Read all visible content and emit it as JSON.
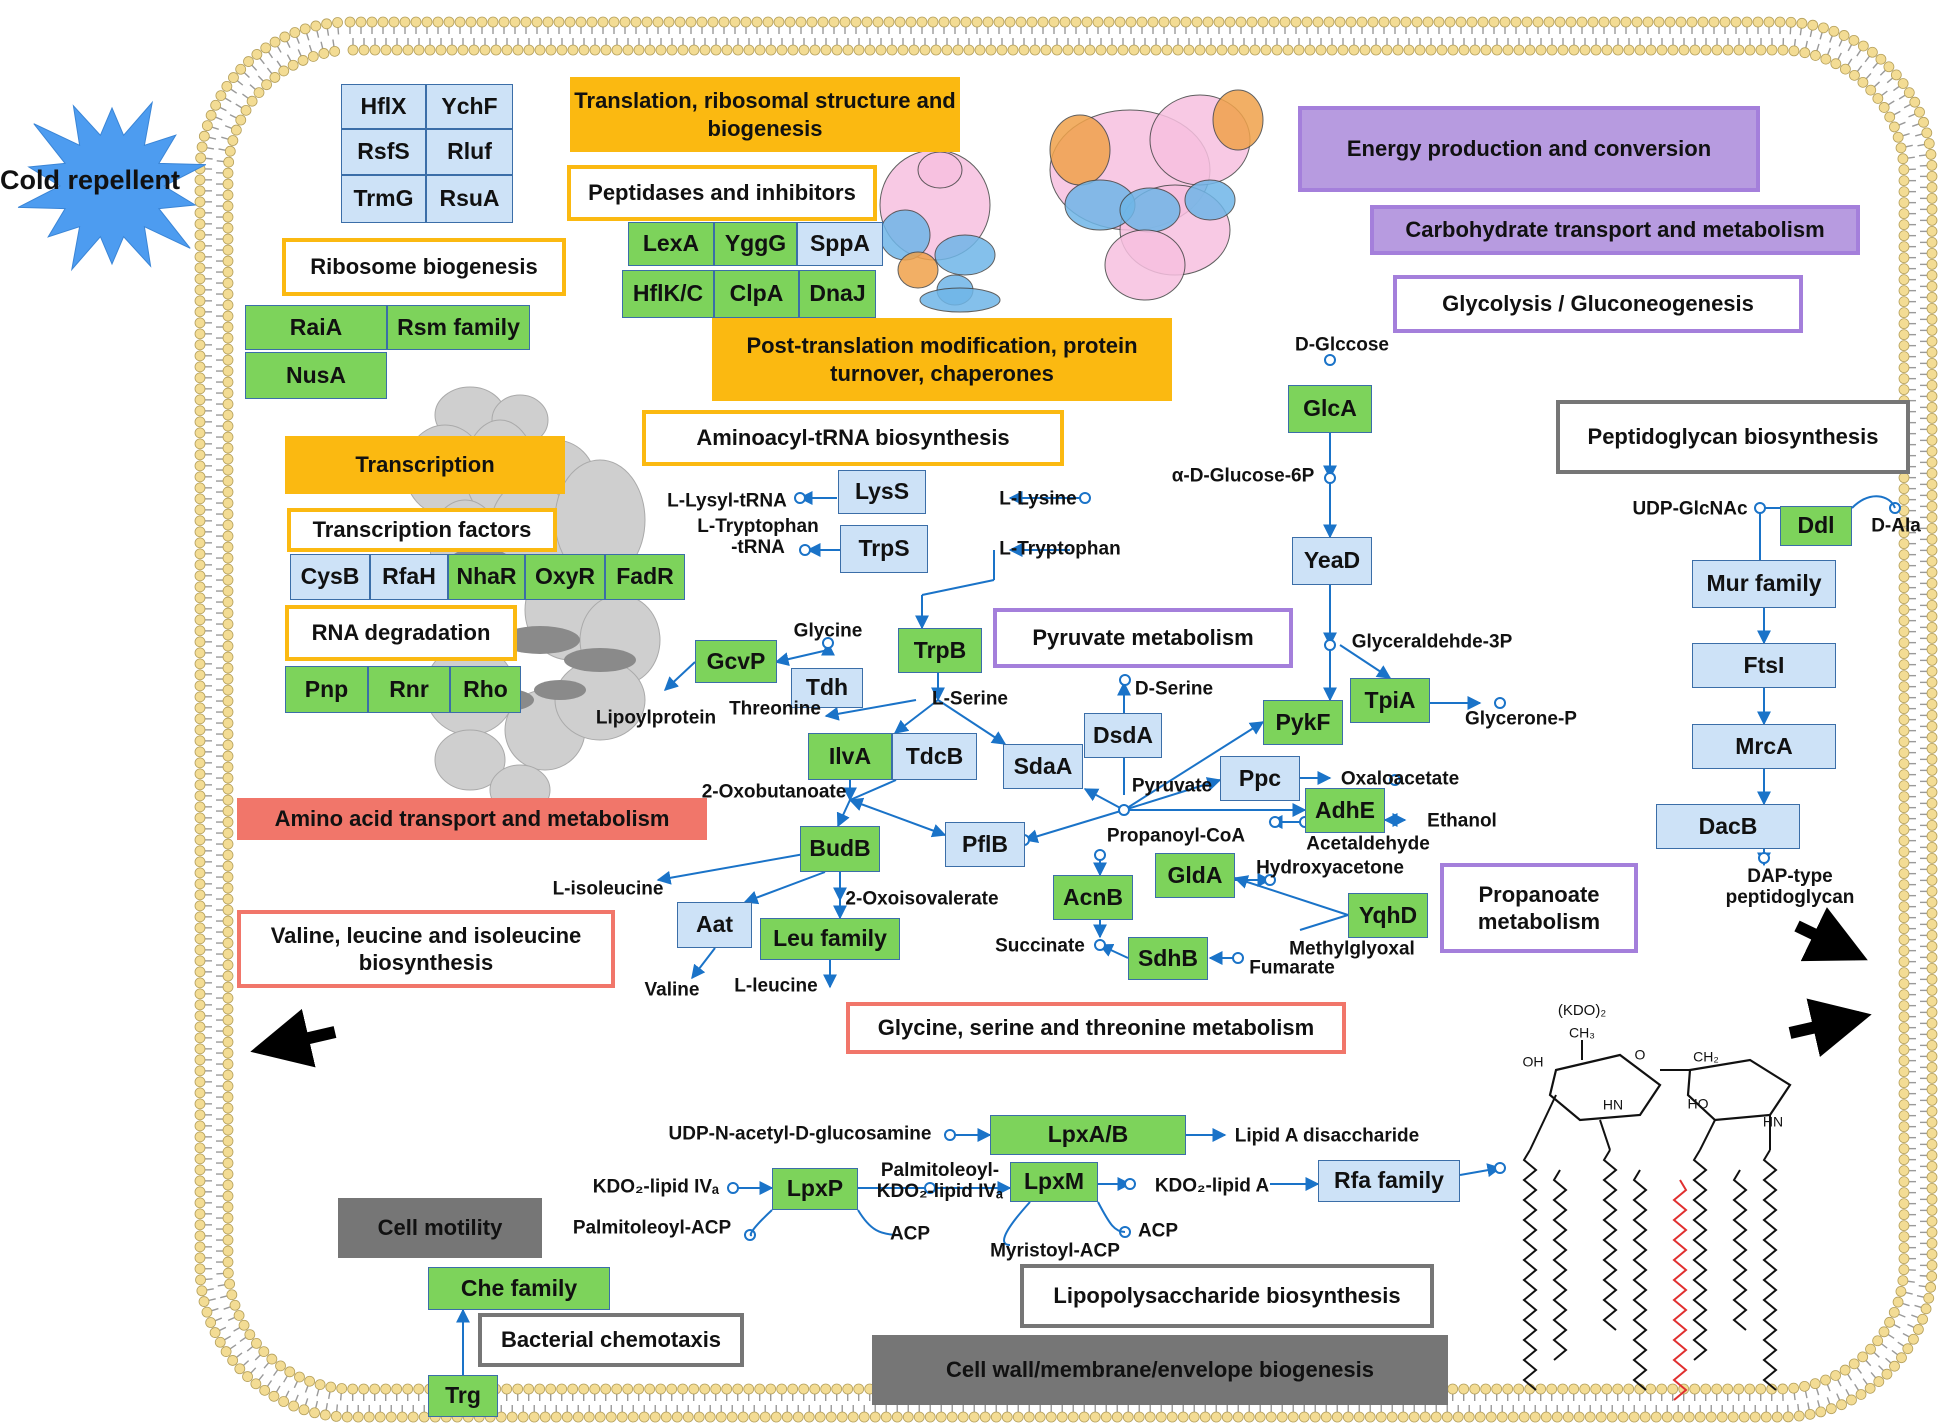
{
  "callout": "Cold repellent",
  "categories": {
    "translation": "Translation, ribosomal structure and biogenesis",
    "peptidases": "Peptidases and inhibitors",
    "post_translation": "Post-translation modification, protein turnover, chaperones",
    "aminoacyl": "Aminoacyl-tRNA biosynthesis",
    "ribosome_biogenesis": "Ribosome biogenesis",
    "transcription": "Transcription",
    "transcription_factors": "Transcription factors",
    "rna_degradation": "RNA degradation",
    "amino_acid": "Amino acid transport and metabolism",
    "valine": "Valine, leucine and isoleucine biosynthesis",
    "glycine": "Glycine, serine and threonine metabolism",
    "pyruvate": "Pyruvate metabolism",
    "energy": "Energy production and conversion",
    "carbohydrate": "Carbohydrate transport and metabolism",
    "glycolysis": "Glycolysis / Gluconeogenesis",
    "propanoate": "Propanoate metabolism",
    "peptidoglycan": "Peptidoglycan biosynthesis",
    "cell_motility": "Cell motility",
    "chemotaxis": "Bacterial chemotaxis",
    "lps": "Lipopolysaccharide biosynthesis",
    "cell_wall": "Cell wall/membrane/envelope biogenesis"
  },
  "proteins": {
    "hflx": "HflX",
    "ychf": "YchF",
    "rsfs": "RsfS",
    "rluf": "Rluf",
    "trmg": "TrmG",
    "rsua": "RsuA",
    "raia": "RaiA",
    "rsm": "Rsm family",
    "nusa": "NusA",
    "lexa": "LexA",
    "yggg": "YggG",
    "sppa": "SppA",
    "hflkc": "HflK/C",
    "clpa": "ClpA",
    "dnaj": "DnaJ",
    "cysb": "CysB",
    "rfah": "RfaH",
    "nhar": "NhaR",
    "oxyr": "OxyR",
    "fadr": "FadR",
    "pnp": "Pnp",
    "rnr": "Rnr",
    "rho": "Rho",
    "lyss": "LysS",
    "trps": "TrpS",
    "trpb": "TrpB",
    "gcvp": "GcvP",
    "tdh": "Tdh",
    "ilva": "IlvA",
    "tdcb": "TdcB",
    "sdaa": "SdaA",
    "dsda": "DsdA",
    "ppc": "Ppc",
    "pykf": "PykF",
    "tpia": "TpiA",
    "adhe": "AdhE",
    "pflb": "PflB",
    "buDB": "BudB",
    "aat": "Aat",
    "leu": "Leu family",
    "acnb": "AcnB",
    "glda": "GldA",
    "yqhd": "YqhD",
    "sdhb": "SdhB",
    "glca": "GlcA",
    "yead": "YeaD",
    "ddl": "Ddl",
    "mur": "Mur family",
    "ftsi": "FtsI",
    "mrca": "MrcA",
    "dacb": "DacB",
    "lpxab": "LpxA/B",
    "lpxp": "LpxP",
    "lpxm": "LpxM",
    "rfa": "Rfa family",
    "che": "Che family",
    "trg": "Trg"
  },
  "metabolites": {
    "llysyl": "L-Lysyl-tRNA",
    "llysine": "L-Lysine",
    "ltrp_trna": "L-Tryptophan\n-tRNA",
    "ltrp": "L-Tryptophan",
    "glycine": "Glycine",
    "lipoyl": "Lipoylprotein",
    "threonine": "Threonine",
    "lserine": "L-Serine",
    "oxobut": "2-Oxobutanoate",
    "dserine": "D-Serine",
    "pyruvate": "Pyruvate",
    "oxaloacetate": "Oxaloacetate",
    "propanoyl": "Propanoyl-CoA",
    "acetaldehyde": "Acetaldehyde",
    "ethanol": "Ethanol",
    "hydroxyacetone": "Hydroxyacetone",
    "methylglyoxal": "Methylglyoxal",
    "succinate": "Succinate",
    "fumarate": "Fumarate",
    "lisoleucine": "L-isoleucine",
    "oxoisoval": "2-Oxoisovalerate",
    "valine": "Valine",
    "lleucine": "L-leucine",
    "dglucose": "D-Glccose",
    "glucose6p": "α-D-Glucose-6P",
    "g3p": "Glyceraldehde-3P",
    "glycerone": "Glycerone-P",
    "udpglcnac": "UDP-GlcNAc",
    "dala": "D-Ala",
    "dap": "DAP-type\npeptidoglycan",
    "udpnag": "UDP-N-acetyl-D-glucosamine",
    "lipidadi": "Lipid A disaccharide",
    "kdo2iva": "KDO₂-lipid IVₐ",
    "palm_iva": "Palmitoleoyl-\nKDO₂-lipid IVₐ",
    "kdo2a": "KDO₂-lipid A",
    "palm_acp": "Palmitoleoyl-ACP",
    "acp1": "ACP",
    "myr_acp": "Myristoyl-ACP",
    "acp2": "ACP"
  },
  "chem_text": {
    "kdo": "(KDO)₂",
    "ch3": "CH₃",
    "ch2": "CH₂",
    "oh": "OH",
    "o": "O",
    "hn": "HN",
    "ho": "HO",
    "hn2": "HN"
  },
  "colors": {
    "green": "#7dd35b",
    "blue": "#cde2f7",
    "edge": "#3b6ea8",
    "arrow": "#1a73c8",
    "orange": "#fbb911",
    "purple": "#a47fdb",
    "red": "#f1766a",
    "gray": "#767676"
  }
}
